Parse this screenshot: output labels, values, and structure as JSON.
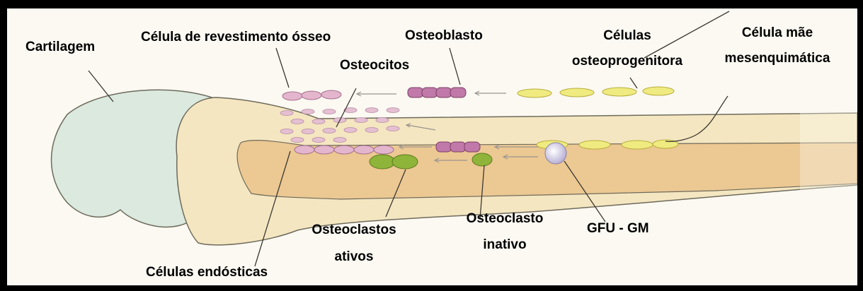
{
  "labels": {
    "cartilagem": "Cartilagem",
    "celula_revestimento": "Célula de revestimento ósseo",
    "osteoblasto": "Osteoblasto",
    "celulas_osteoprogenitora_1": "Células",
    "celulas_osteoprogenitora_2": "osteoprogenitora",
    "celula_mae_1": "Célula mãe",
    "celula_mae_2": "mesenquimática",
    "osteocitos": "Osteocitos",
    "osteoclastos_ativos_1": "Osteoclastos",
    "osteoclastos_ativos_2": "ativos",
    "osteoclasto_inativo_1": "Osteoclasto",
    "osteoclasto_inativo_2": "inativo",
    "gfu_gm": "GFU - GM",
    "celulas_endosticas": "Células endósticas"
  },
  "colors": {
    "background": "#fbf9f2",
    "bone": "#f4e6c0",
    "marrow": "#ecc892",
    "cartilage": "#dbe9de",
    "osteoblast": "#c079a8",
    "lining_cell": "#e3b6cd",
    "osteoprogenitor": "#f0eb80",
    "osteoclast": "#8fb43a",
    "gfu_cell": "#e2dcf0"
  }
}
